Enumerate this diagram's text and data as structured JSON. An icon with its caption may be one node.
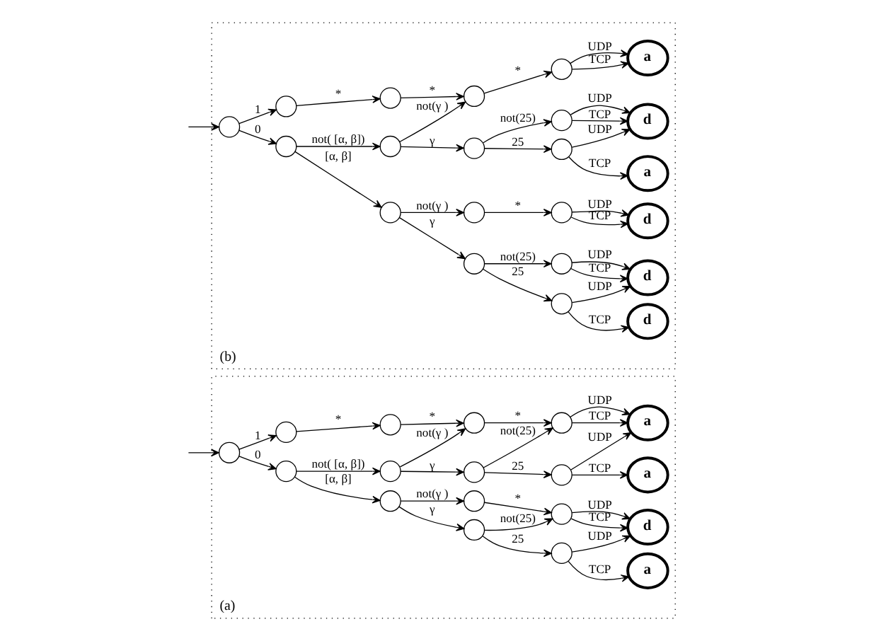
{
  "diagram": {
    "nodes": [
      {
        "text": [
          "(a)"
        ]
      },
      {
        "text": [],
        "shape": "circle",
        "in": 0
      },
      {
        "text": [],
        "shape": "circle",
        "in": 0
      },
      {
        "text": [],
        "shape": "circle",
        "in": 0
      },
      {
        "text": [],
        "shape": "circle",
        "in": 0
      },
      {
        "text": [],
        "shape": "circle",
        "in": 0
      },
      {
        "text": [],
        "shape": "circle",
        "in": 0
      },
      {
        "text": [],
        "shape": "circle",
        "in": 0
      },
      {
        "text": [],
        "shape": "circle",
        "in": 0
      },
      {
        "text": [],
        "shape": "circle",
        "in": 0
      },
      {
        "text": [],
        "shape": "circle",
        "in": 0
      },
      {
        "text": [],
        "shape": "circle",
        "in": 0
      },
      {
        "text": [],
        "shape": "circle",
        "in": 0
      },
      {
        "text": [],
        "shape": "circle",
        "in": 0
      },
      {
        "text": [],
        "shape": "circle",
        "in": 0
      },
      {
        "text": [
          "a"
        ],
        "in": 0
      },
      {
        "text": [
          "d"
        ],
        "in": 0
      },
      {
        "text": [
          "a"
        ],
        "in": 0
      },
      {
        "text": [
          "a"
        ],
        "in": 0
      },
      {
        "text": [
          "(b)"
        ]
      },
      {
        "text": [],
        "shape": "circle",
        "in": 19
      },
      {
        "text": [],
        "shape": "circle",
        "in": 19
      },
      {
        "text": [],
        "shape": "circle",
        "in": 19
      },
      {
        "text": [],
        "shape": "circle",
        "in": 19
      },
      {
        "text": [],
        "shape": "circle",
        "in": 19
      },
      {
        "text": [],
        "shape": "circle",
        "in": 19
      },
      {
        "text": [],
        "shape": "circle",
        "in": 19
      },
      {
        "text": [],
        "shape": "circle",
        "in": 19
      },
      {
        "text": [],
        "shape": "circle",
        "in": 19
      },
      {
        "text": [],
        "shape": "circle",
        "in": 19
      },
      {
        "text": [],
        "shape": "circle",
        "in": 19
      },
      {
        "text": [],
        "shape": "circle",
        "in": 19
      },
      {
        "text": [],
        "shape": "circle",
        "in": 19
      },
      {
        "text": [],
        "shape": "circle",
        "in": 19
      },
      {
        "text": [],
        "shape": "circle",
        "in": 19
      },
      {
        "text": [],
        "shape": "circle",
        "in": 19
      },
      {
        "text": [
          "d"
        ],
        "in": 19
      },
      {
        "text": [
          "d"
        ],
        "in": 19
      },
      {
        "text": [
          "d"
        ],
        "in": 19
      },
      {
        "text": [
          "a"
        ],
        "in": 19
      },
      {
        "text": [
          "d"
        ],
        "in": 19
      },
      {
        "text": [
          "a"
        ],
        "in": 19
      }
    ],
    "edges": [
      {
        "from": null,
        "to": 1,
        "arrow": "to"
      },
      {
        "from": 1,
        "to": 2,
        "arrow": "to",
        "label": "0"
      },
      {
        "from": 1,
        "to": 3,
        "arrow": "to",
        "label": "1"
      },
      {
        "from": 2,
        "to": 4,
        "arrow": "to",
        "label": "[α, β]"
      },
      {
        "from": 2,
        "to": 5,
        "arrow": "to",
        "label": "not( [α, β])"
      },
      {
        "from": 3,
        "to": 6,
        "arrow": "to",
        "label": "*"
      },
      {
        "from": 4,
        "to": 7,
        "arrow": "to",
        "label": "γ"
      },
      {
        "from": 4,
        "to": 8,
        "arrow": "to",
        "label": "not(γ )"
      },
      {
        "from": 5,
        "to": 9,
        "arrow": "to",
        "label": "γ"
      },
      {
        "from": 5,
        "to": 10,
        "arrow": "to",
        "label": "not(γ )"
      },
      {
        "from": 6,
        "to": 10,
        "arrow": "to",
        "label": "*"
      },
      {
        "from": 7,
        "to": 11,
        "arrow": "to",
        "label": "25"
      },
      {
        "from": 7,
        "to": 12,
        "arrow": "to",
        "label": "not(25)"
      },
      {
        "from": 8,
        "to": 12,
        "arrow": "to",
        "label": "*"
      },
      {
        "from": 9,
        "to": 13,
        "arrow": "to",
        "label": "25"
      },
      {
        "from": 9,
        "to": 14,
        "arrow": "to",
        "label": "not(25)"
      },
      {
        "from": 10,
        "to": 14,
        "arrow": "to",
        "label": "*"
      },
      {
        "from": 11,
        "to": 15,
        "arrow": "to",
        "label": "TCP"
      },
      {
        "from": 11,
        "to": 16,
        "arrow": "to",
        "label": "UDP"
      },
      {
        "from": 12,
        "to": 16,
        "arrow": "to",
        "label": "TCP"
      },
      {
        "from": 12,
        "to": 16,
        "arrow": "to",
        "label": "UDP"
      },
      {
        "from": 13,
        "to": 17,
        "arrow": "to",
        "label": "TCP"
      },
      {
        "from": 13,
        "to": 18,
        "arrow": "to",
        "label": "UDP"
      },
      {
        "from": 14,
        "to": 18,
        "arrow": "to",
        "label": "TCP"
      },
      {
        "from": 14,
        "to": 18,
        "arrow": "to",
        "label": "UDP"
      },
      {
        "from": null,
        "to": 20,
        "arrow": "to"
      },
      {
        "from": 20,
        "to": 21,
        "arrow": "to",
        "label": "0"
      },
      {
        "from": 20,
        "to": 22,
        "arrow": "to",
        "label": "1"
      },
      {
        "from": 21,
        "to": 23,
        "arrow": "to",
        "label": "[α, β]"
      },
      {
        "from": 21,
        "to": 24,
        "arrow": "to",
        "label": "not( [α, β])"
      },
      {
        "from": 22,
        "to": 25,
        "arrow": "to",
        "label": "*"
      },
      {
        "from": 23,
        "to": 26,
        "arrow": "to",
        "label": "γ"
      },
      {
        "from": 23,
        "to": 27,
        "arrow": "to",
        "label": "not(γ )"
      },
      {
        "from": 24,
        "to": 28,
        "arrow": "to",
        "label": "γ"
      },
      {
        "from": 24,
        "to": 29,
        "arrow": "to",
        "label": "not(γ )"
      },
      {
        "from": 25,
        "to": 29,
        "arrow": "to",
        "label": "*"
      },
      {
        "from": 26,
        "to": 30,
        "arrow": "to",
        "label": "25"
      },
      {
        "from": 26,
        "to": 31,
        "arrow": "to",
        "label": "not(25)"
      },
      {
        "from": 27,
        "to": 32,
        "arrow": "to",
        "label": "*"
      },
      {
        "from": 28,
        "to": 33,
        "arrow": "to",
        "label": "25"
      },
      {
        "from": 28,
        "to": 34,
        "arrow": "to",
        "label": "not(25)"
      },
      {
        "from": 29,
        "to": 35,
        "arrow": "to",
        "label": "*"
      },
      {
        "from": 30,
        "to": 36,
        "arrow": "to",
        "label": "TCP"
      },
      {
        "from": 30,
        "to": 37,
        "arrow": "to",
        "label": "UDP"
      },
      {
        "from": 31,
        "to": 37,
        "arrow": "to",
        "label": "TCP"
      },
      {
        "from": 31,
        "to": 37,
        "arrow": "to",
        "label": "UDP"
      },
      {
        "from": 32,
        "to": 38,
        "arrow": "to",
        "label": "TCP"
      },
      {
        "from": 32,
        "to": 38,
        "arrow": "to",
        "label": "UDP"
      },
      {
        "from": 33,
        "to": 39,
        "arrow": "to",
        "label": "TCP"
      },
      {
        "from": 33,
        "to": 40,
        "arrow": "to",
        "label": "UDP"
      },
      {
        "from": 34,
        "to": 40,
        "arrow": "to",
        "label": "TCP"
      },
      {
        "from": 34,
        "to": 40,
        "arrow": "to",
        "label": "UDP"
      },
      {
        "from": 35,
        "to": 41,
        "arrow": "to",
        "label": "TCP"
      },
      {
        "from": 35,
        "to": 41,
        "arrow": "to",
        "label": "UDP"
      }
    ]
  }
}
